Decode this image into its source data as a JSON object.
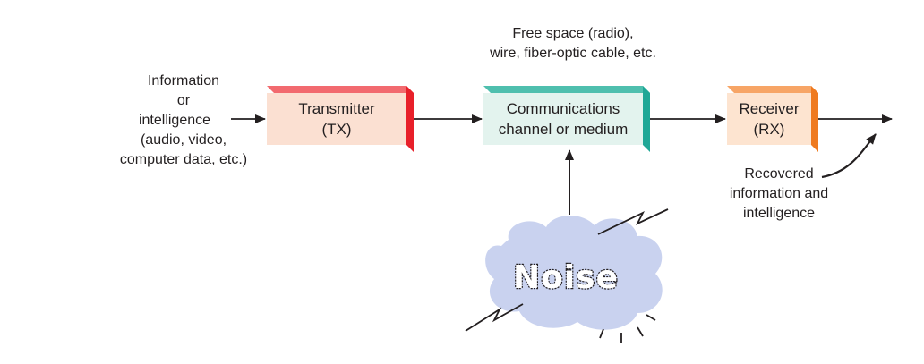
{
  "input_label": [
    "Information",
    "or",
    "intelligence",
    "(audio, video,",
    "computer data, etc.)"
  ],
  "channel_caption": [
    "Free space (radio),",
    "wire, fiber-optic cable, etc."
  ],
  "transmitter": {
    "line1": "Transmitter",
    "line2": "(TX)"
  },
  "channel": {
    "line1": "Communications",
    "line2": "channel or medium"
  },
  "receiver": {
    "line1": "Receiver",
    "line2": "(RX)"
  },
  "output_label": [
    "Recovered",
    "information and",
    "intelligence"
  ],
  "noise": {
    "label": "Noise"
  },
  "colors": {
    "transmitter_face": "#fbe0d2",
    "transmitter_edge": "#e8202a",
    "channel_face": "#e3f3ee",
    "channel_edge": "#1fa796",
    "receiver_face": "#fde4d0",
    "receiver_edge": "#ef7a1f",
    "noise_cloud": "#c9d2ef"
  }
}
